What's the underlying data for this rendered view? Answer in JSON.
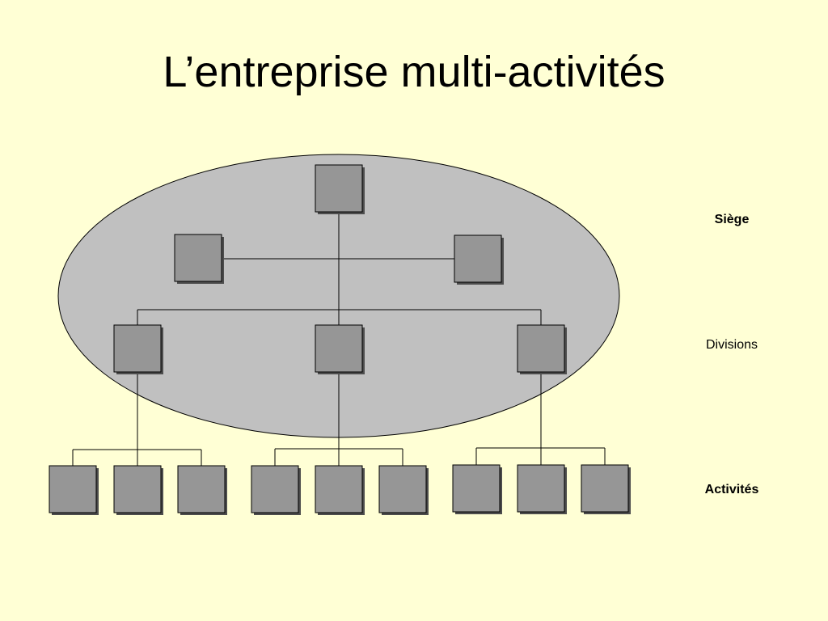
{
  "slide": {
    "title": "L’entreprise multi-activités",
    "levels": {
      "siege": "Siège",
      "divisions": "Divisions",
      "activites": "Activités"
    }
  },
  "colors": {
    "background": "#ffffd5",
    "ellipse_fill": "#c0c0c0",
    "box_fill": "#969696",
    "box_shadow": "#4d4d4d",
    "line": "#000000"
  }
}
